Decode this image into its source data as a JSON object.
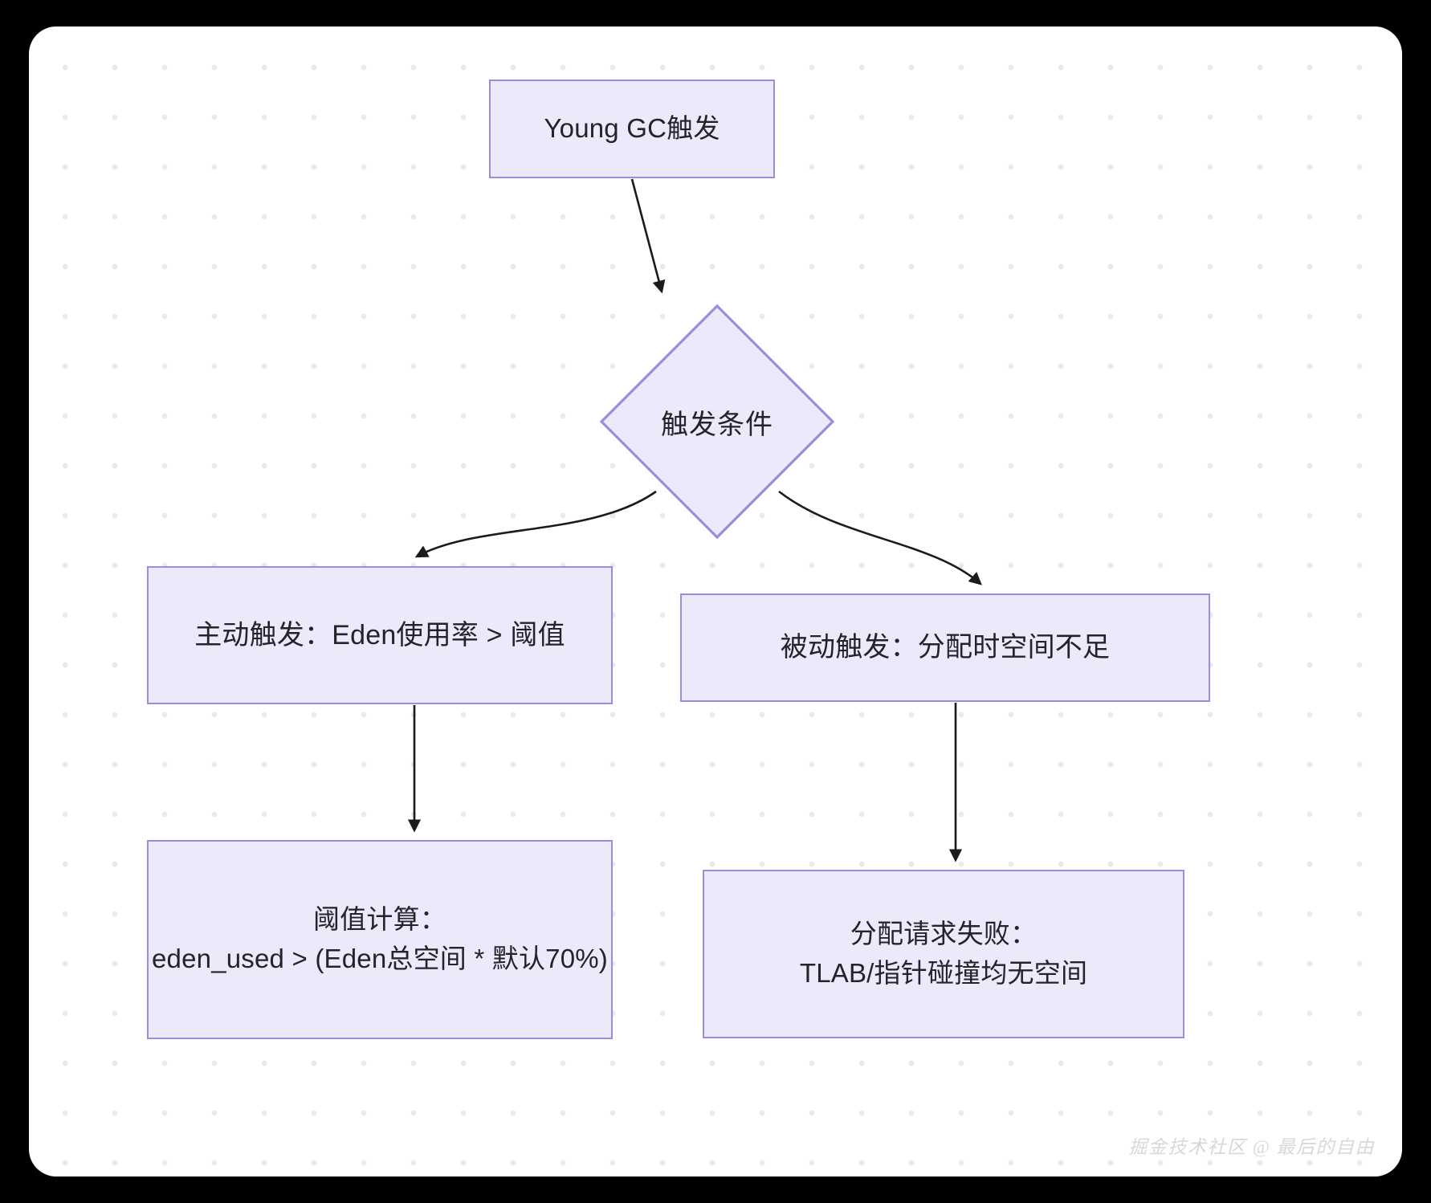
{
  "diagram": {
    "type": "flowchart",
    "title": "Young GC Trigger Flow",
    "theme": {
      "node_fill": "#ece9fb",
      "node_border": "#9a8cdf",
      "edge_color": "#1b1b1f",
      "text_color": "#232429",
      "canvas_bg": "#ffffff",
      "page_bg": "#000000",
      "grid_dot": "#e9e9ee"
    },
    "nodes": [
      {
        "id": "start",
        "shape": "rect",
        "label": "Young GC触发"
      },
      {
        "id": "decision",
        "shape": "diamond",
        "label": "触发条件"
      },
      {
        "id": "active",
        "shape": "rect",
        "label": "主动触发：Eden使用率 > 阈值"
      },
      {
        "id": "passive",
        "shape": "rect",
        "label": "被动触发：分配时空间不足"
      },
      {
        "id": "threshold",
        "shape": "rect",
        "label": "阈值计算：\neden_used > (Eden总空间 * 默认70%)"
      },
      {
        "id": "alloc_fail",
        "shape": "rect",
        "label": "分配请求失败：\nTLAB/指针碰撞均无空间"
      }
    ],
    "edges": [
      {
        "from": "start",
        "to": "decision",
        "label": ""
      },
      {
        "from": "decision",
        "to": "active",
        "label": ""
      },
      {
        "from": "decision",
        "to": "passive",
        "label": ""
      },
      {
        "from": "active",
        "to": "threshold",
        "label": ""
      },
      {
        "from": "passive",
        "to": "alloc_fail",
        "label": ""
      }
    ]
  },
  "watermark": {
    "text": "掘金技术社区 @ 最后的自由"
  }
}
